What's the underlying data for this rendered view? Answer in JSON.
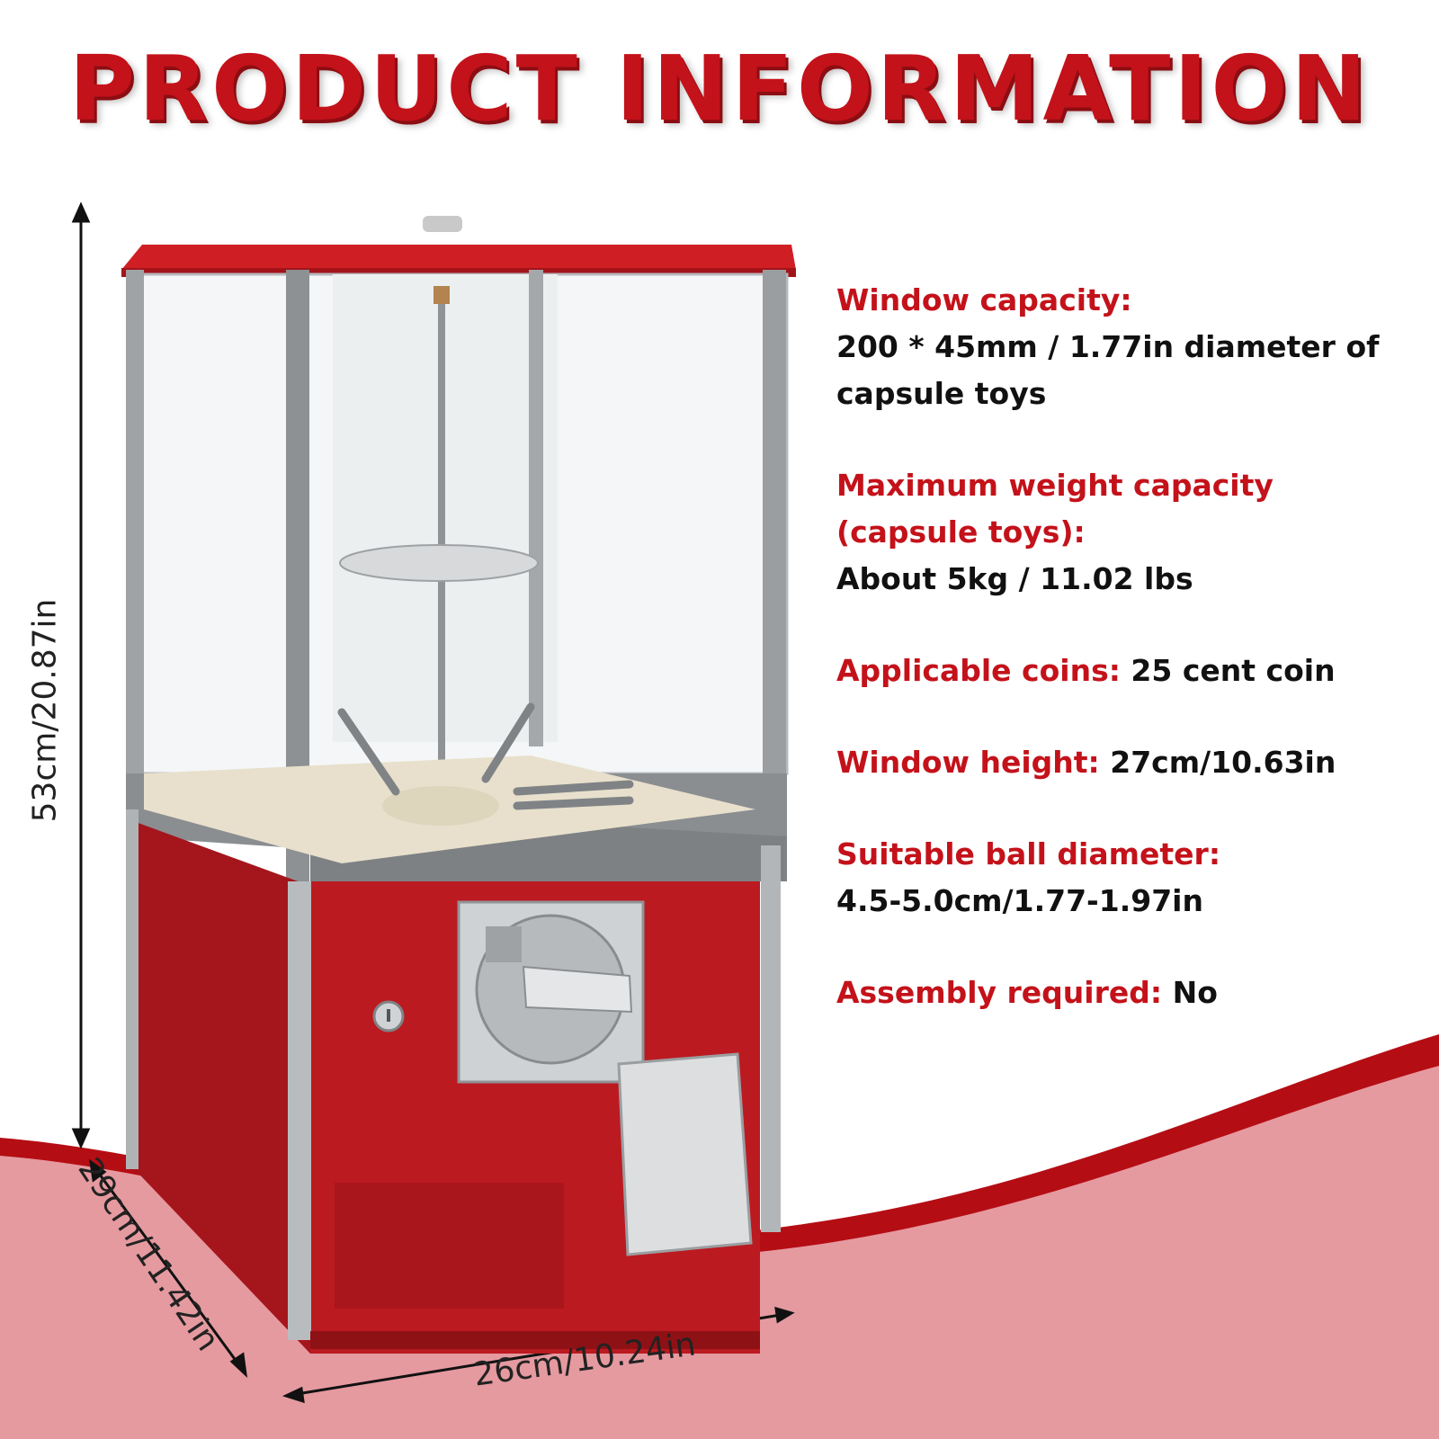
{
  "title": "PRODUCT INFORMATION",
  "specs": [
    {
      "label": "Window capacity:",
      "value": "200 * 45mm / 1.77in diameter of capsule toys"
    },
    {
      "label": "Maximum weight capacity (capsule toys):",
      "value": "About 5kg / 11.02 lbs"
    },
    {
      "label": "Applicable coins:",
      "value": "25 cent coin"
    },
    {
      "label": "Window height:",
      "value": "27cm/10.63in"
    },
    {
      "label": "Suitable ball diameter:",
      "value": "4.5-5.0cm/1.77-1.97in"
    },
    {
      "label": "Assembly required:",
      "value": "No"
    }
  ],
  "dimensions": {
    "height": "53cm/20.87in",
    "depth": "29cm/11.42in",
    "width": "26cm/10.24in"
  },
  "colors": {
    "brand_red": "#c4121a",
    "dark_red": "#8c0d12",
    "pink_band": "#e59aa0",
    "text_dark": "#111111"
  }
}
